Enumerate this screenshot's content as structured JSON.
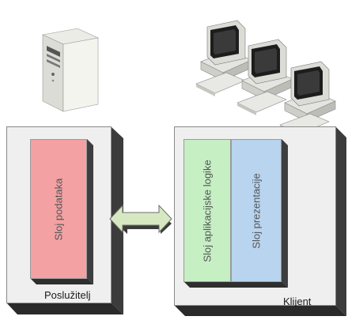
{
  "diagram": {
    "server": {
      "label": "Poslužitelj",
      "layers": [
        "Sloj podataka"
      ]
    },
    "client": {
      "label": "Klijent",
      "layers": [
        "Sloj aplikacijske logike",
        "Sloj prezentacije"
      ]
    }
  },
  "colors": {
    "data_layer": "#f3a1a3",
    "logic_layer": "#c6efc4",
    "presentation_layer": "#b8d4ef",
    "arrow_fill": "#d6e8c2",
    "box_shadow": "#3c3c3c"
  },
  "icons": {
    "server": "server-tower-icon",
    "clients": "client-computer-icon"
  }
}
